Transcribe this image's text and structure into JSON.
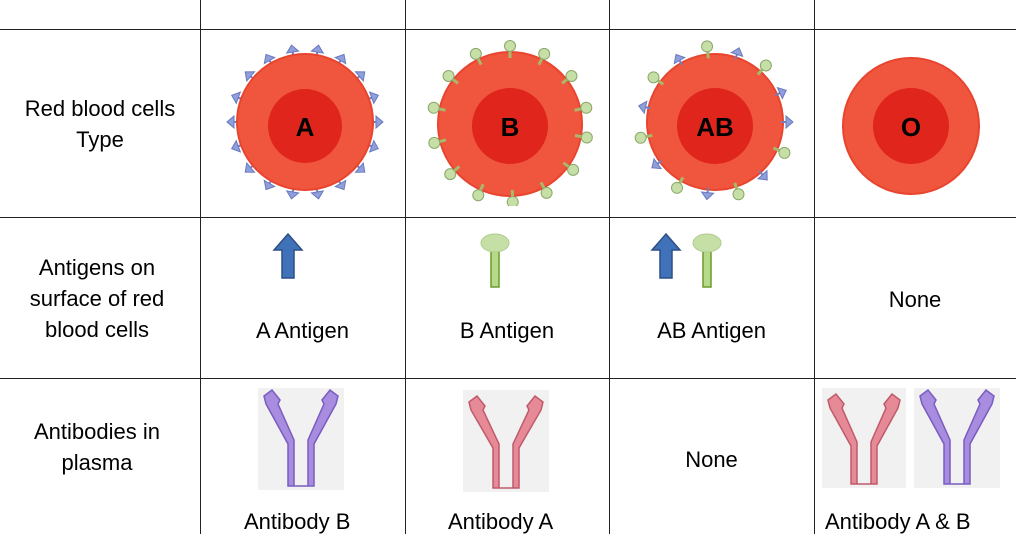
{
  "rows": {
    "red_cells_header": "Red blood cells\nType",
    "antigens_header": "Antigens on\nsurface of red\nblood cells",
    "antibodies_header": "Antibodies in\nplasma"
  },
  "cells": {
    "a": {
      "type_label": "A",
      "antigen": "A Antigen",
      "antibody": "Antibody B"
    },
    "b": {
      "type_label": "B",
      "antigen": "B Antigen",
      "antibody": "Antibody A"
    },
    "ab": {
      "type_label": "AB",
      "antigen": "AB Antigen",
      "antibody": "None"
    },
    "o": {
      "type_label": "O",
      "antigen": "None",
      "antibody": "Antibody A & B"
    }
  },
  "colors": {
    "cell_outer": "#f0563e",
    "cell_inner": "#e0261c",
    "a_antigen": "#3f72b8",
    "a_marker": "#8f9fdc",
    "b_antigen_head": "#c5dfa6",
    "b_antigen_stem": "#7ea83a",
    "anti_a": "#e58a96",
    "anti_b": "#a78ce0"
  }
}
